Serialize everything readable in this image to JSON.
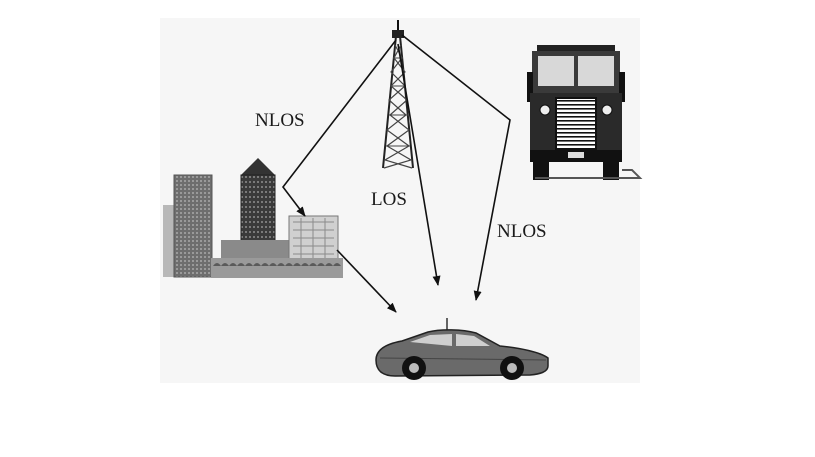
{
  "labels": {
    "nlos_left": "NLOS",
    "los": "LOS",
    "nlos_right": "NLOS"
  },
  "icons": {
    "tower": "radio-tower-icon",
    "truck": "truck-icon",
    "buildings": "city-buildings-icon",
    "car": "car-icon"
  },
  "colors": {
    "ink": "#111111",
    "panel": "#f6f6f6"
  }
}
